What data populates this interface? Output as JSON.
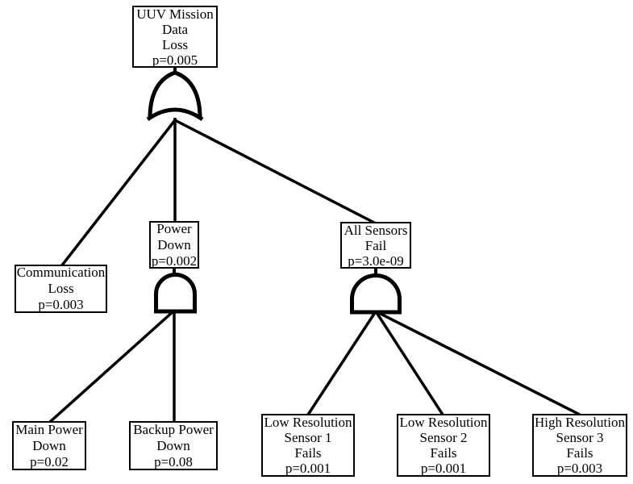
{
  "diagram": {
    "type": "fault-tree",
    "colors": {
      "line": "#000000",
      "background": "#ffffff",
      "text": "#000000"
    },
    "nodes": {
      "uuv_mission": {
        "id": "top-event",
        "label_lines": [
          "UUV Mission",
          "Data",
          "Loss"
        ],
        "probability": "p=0.005",
        "gate": "OR"
      },
      "communication": {
        "id": "basic-event",
        "label_lines": [
          "Communication",
          "Loss"
        ],
        "probability": "p=0.003"
      },
      "power_down": {
        "id": "intermediate-event",
        "label_lines": [
          "Power",
          "Down"
        ],
        "probability": "p=0.002",
        "gate": "AND"
      },
      "all_sensors": {
        "id": "intermediate-event",
        "label_lines": [
          "All Sensors",
          "Fail"
        ],
        "probability": "p=3.0e-09",
        "gate": "AND"
      },
      "main_power": {
        "id": "basic-event",
        "label_lines": [
          "Main Power",
          "Down"
        ],
        "probability": "p=0.02"
      },
      "backup_power": {
        "id": "basic-event",
        "label_lines": [
          "Backup Power",
          "Down"
        ],
        "probability": "p=0.08"
      },
      "sensor1": {
        "id": "basic-event",
        "label_lines": [
          "Low Resolution",
          "Sensor 1",
          "Fails"
        ],
        "probability": "p=0.001"
      },
      "sensor2": {
        "id": "basic-event",
        "label_lines": [
          "Low Resolution",
          "Sensor 2",
          "Fails"
        ],
        "probability": "p=0.001"
      },
      "sensor3": {
        "id": "basic-event",
        "label_lines": [
          "High Resolution",
          "Sensor 3",
          "Fails"
        ],
        "probability": "p=0.003"
      }
    },
    "edges": [
      {
        "from": "uuv_mission",
        "via": "OR",
        "to": "communication"
      },
      {
        "from": "uuv_mission",
        "via": "OR",
        "to": "power_down"
      },
      {
        "from": "uuv_mission",
        "via": "OR",
        "to": "all_sensors"
      },
      {
        "from": "power_down",
        "via": "AND",
        "to": "main_power"
      },
      {
        "from": "power_down",
        "via": "AND",
        "to": "backup_power"
      },
      {
        "from": "all_sensors",
        "via": "AND",
        "to": "sensor1"
      },
      {
        "from": "all_sensors",
        "via": "AND",
        "to": "sensor2"
      },
      {
        "from": "all_sensors",
        "via": "AND",
        "to": "sensor3"
      }
    ]
  }
}
